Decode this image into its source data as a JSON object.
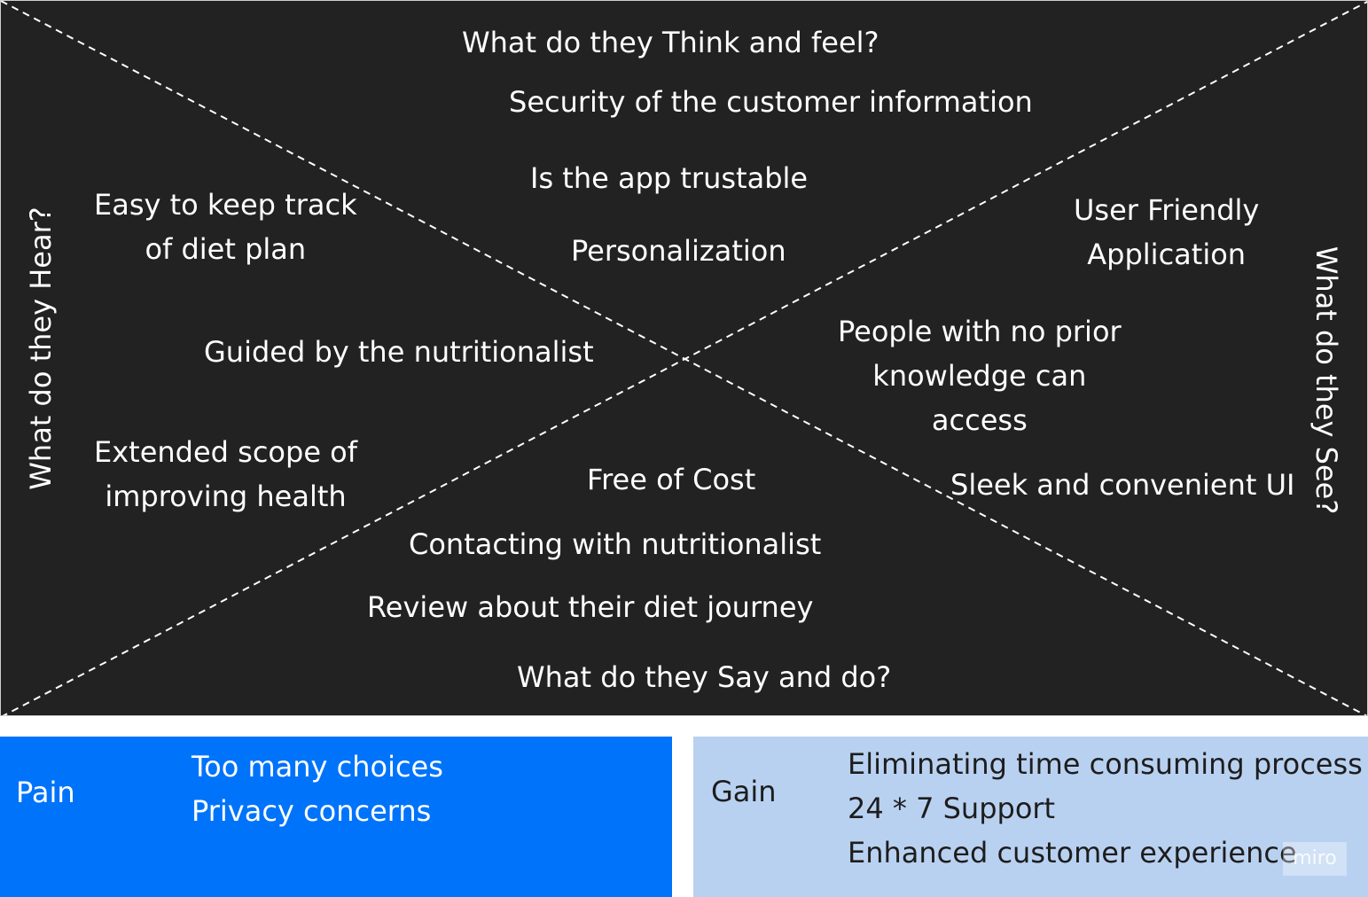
{
  "empathy_map": {
    "think_feel_heading": "What do they Think and feel?",
    "say_do_heading": "What do they Say and do?",
    "hear_heading": "What do they Hear?",
    "see_heading": "What do they See?",
    "think_feel": [
      "Security of the customer information",
      "Is the app trustable",
      "Personalization"
    ],
    "hear": [
      {
        "line1": "Easy to keep track",
        "line2": "of diet plan"
      },
      {
        "line1": "Guided by the nutritionalist"
      },
      {
        "line1": "Extended scope of",
        "line2": "improving health"
      }
    ],
    "see": [
      {
        "line1": "User Friendly",
        "line2": "Application"
      },
      {
        "line1": "People with no prior",
        "line2": "knowledge can",
        "line3": "access"
      },
      {
        "line1": "Sleek and convenient UI"
      }
    ],
    "say_do": [
      "Free of Cost",
      "Contacting with nutritionalist",
      "Review about their diet journey"
    ]
  },
  "pain": {
    "label": "Pain",
    "items": [
      "Too many choices",
      "Privacy concerns"
    ]
  },
  "gain": {
    "label": "Gain",
    "items": [
      "Eliminating time consuming process",
      "24 * 7 Support",
      "Enhanced customer experience"
    ]
  },
  "watermark": "miro",
  "colors": {
    "map_background": "#222222",
    "pain_background": "#0073fb",
    "gain_background": "#b9d1f1",
    "text_light": "#ffffff",
    "text_dark": "#1d1d1d"
  }
}
